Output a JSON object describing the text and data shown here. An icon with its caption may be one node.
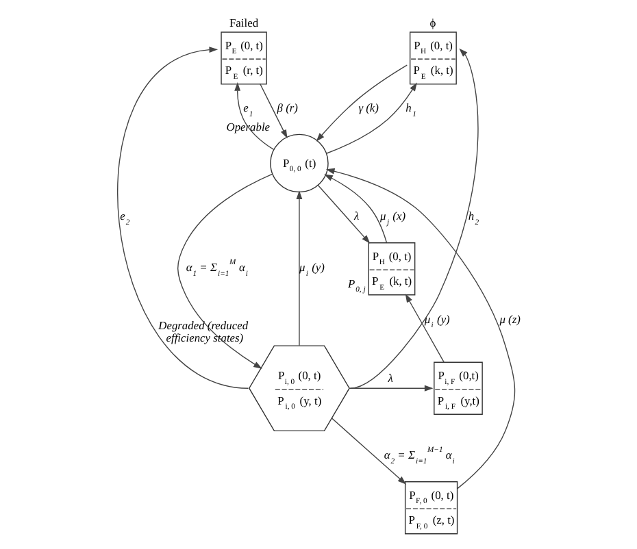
{
  "diagram": {
    "nodes": [
      {
        "text": [
          "Failed",
          "P$_{E}$ (0, t)",
          "P$_{E}$ (r, t)"
        ]
      },
      {
        "text": [
          "ϕ",
          "P$_{H}$ (0, t)",
          "P$_{E}$ (k, t)"
        ]
      },
      {
        "text": [
          "P$_{0, 0}$ (t)"
        ],
        "beside": [
          "Operable"
        ]
      },
      {
        "text": [
          "P$_{H}$ (0, t)",
          "P$_{E}$ (k, t)"
        ],
        "beside": [
          "P$_{0, j}$"
        ]
      },
      {
        "text": [
          "P$_{i, 0}$ (0, t)",
          "P$_{i, 0}$ (y, t)"
        ],
        "beside": [
          "Degraded (reduced efficiency states)"
        ]
      },
      {
        "text": [
          "P$_{i, F}$ (0,t)",
          "P$_{i, F}$ (y,t)"
        ]
      },
      {
        "text": [
          "P$_{F, 0}$ (0, t)",
          "P$_{F, 0}$ (z, t)"
        ]
      }
    ],
    "edges": [
      {
        "from": 2,
        "to": 0,
        "arrow": "to",
        "label": "e$_{1}$"
      },
      {
        "from": 0,
        "to": 2,
        "arrow": "to",
        "label": "β (r)"
      },
      {
        "from": 2,
        "to": 1,
        "arrow": "to",
        "label": "h$_{1}$"
      },
      {
        "from": 1,
        "to": 2,
        "arrow": "to",
        "label": "γ (k)"
      },
      {
        "from": 2,
        "to": 3,
        "arrow": "to",
        "label": "λ"
      },
      {
        "from": 3,
        "to": 2,
        "arrow": "to",
        "label": "μ$_{j}$ (x)"
      },
      {
        "from": 2,
        "to": 4,
        "arrow": "to",
        "label": "α$_{1}$ = Σ$_{i=1}$$^{M}$ α$_{i}$"
      },
      {
        "from": 4,
        "to": 2,
        "arrow": "to",
        "label": "μ$_{i}$ (y)"
      },
      {
        "from": 4,
        "to": 5,
        "arrow": "to",
        "label": "λ"
      },
      {
        "from": 5,
        "to": 3,
        "arrow": "to",
        "label": "μ$_{i}$ (y)"
      },
      {
        "from": 4,
        "to": 6,
        "arrow": "to",
        "label": "α$_{2}$ = Σ$_{i=1}$$^{M−1}$ α$_{i}$"
      },
      {
        "from": 6,
        "to": 2,
        "arrow": "to",
        "label": "μ (z)"
      },
      {
        "from": 4,
        "to": 0,
        "arrow": "to",
        "label": "e$_{2}$"
      },
      {
        "from": 4,
        "to": 1,
        "arrow": "to",
        "label": "h$_{2}$"
      }
    ]
  }
}
